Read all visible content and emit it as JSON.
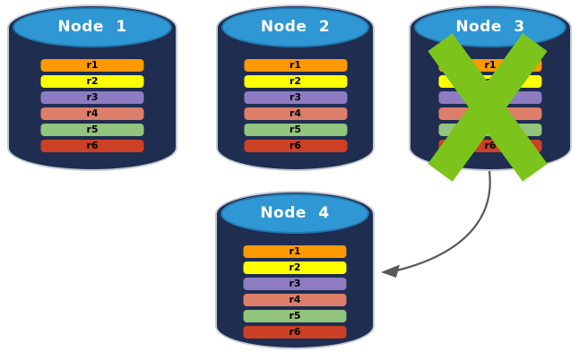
{
  "diagram": {
    "colors": {
      "background": "#FFFFFF",
      "cylinder_body": "#1E2D50",
      "cylinder_outline": "#C4CAD6",
      "cylinder_top": "#2F97D4",
      "cylinder_top_border": "#2376AB",
      "title_text": "#FFFFFF",
      "row_text": "#000000",
      "fail_x": "#7CC41C",
      "arrow": "#595959"
    },
    "nodes": [
      {
        "title": "Node 1",
        "failed": false,
        "rows": [
          {
            "label": "r1",
            "color": "#FF9900"
          },
          {
            "label": "r2",
            "color": "#FFFF00"
          },
          {
            "label": "r3",
            "color": "#8E7CC3"
          },
          {
            "label": "r4",
            "color": "#DD7E6B"
          },
          {
            "label": "r5",
            "color": "#93C47D"
          },
          {
            "label": "r6",
            "color": "#CC4125"
          }
        ]
      },
      {
        "title": "Node 2",
        "failed": false,
        "rows": [
          {
            "label": "r1",
            "color": "#FF9900"
          },
          {
            "label": "r2",
            "color": "#FFFF00"
          },
          {
            "label": "r3",
            "color": "#8E7CC3"
          },
          {
            "label": "r4",
            "color": "#DD7E6B"
          },
          {
            "label": "r5",
            "color": "#93C47D"
          },
          {
            "label": "r6",
            "color": "#CC4125"
          }
        ]
      },
      {
        "title": "Node 3",
        "failed": true,
        "rows": [
          {
            "label": "r1",
            "color": "#FF9900"
          },
          {
            "label": "r2",
            "color": "#FFFF00"
          },
          {
            "label": "r3",
            "color": "#8E7CC3"
          },
          {
            "label": "r4",
            "color": "#DD7E6B"
          },
          {
            "label": "r5",
            "color": "#93C47D"
          },
          {
            "label": "r6",
            "color": "#CC4125"
          }
        ]
      },
      {
        "title": "Node 4",
        "failed": false,
        "rows": [
          {
            "label": "r1",
            "color": "#FF9900"
          },
          {
            "label": "r2",
            "color": "#FFFF00"
          },
          {
            "label": "r3",
            "color": "#8E7CC3"
          },
          {
            "label": "r4",
            "color": "#DD7E6B"
          },
          {
            "label": "r5",
            "color": "#93C47D"
          },
          {
            "label": "r6",
            "color": "#CC4125"
          }
        ]
      }
    ],
    "arrow": {
      "from": "Node 3",
      "to": "Node 4"
    }
  }
}
